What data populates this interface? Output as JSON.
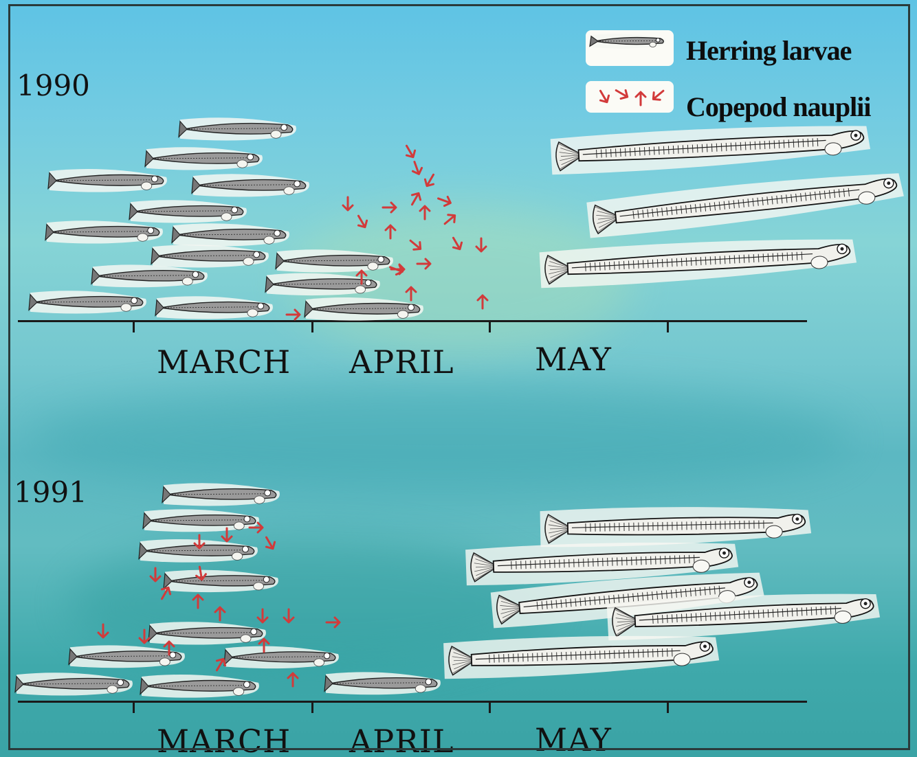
{
  "legend": {
    "larvae_label": "Herring larvae",
    "nauplii_label": "Copepod nauplii"
  },
  "panels": [
    {
      "year": "1990",
      "months": [
        "MARCH",
        "APRIL",
        "MAY"
      ]
    },
    {
      "year": "1991",
      "months": [
        "MARCH",
        "APRIL",
        "MAY"
      ]
    }
  ],
  "colors": {
    "water_top": "#5ec3e4",
    "water_bottom": "#3aa3a5",
    "nauplii": "#d23a3a",
    "larva_body": "#9a9a9a",
    "larva_outline": "#222222"
  }
}
